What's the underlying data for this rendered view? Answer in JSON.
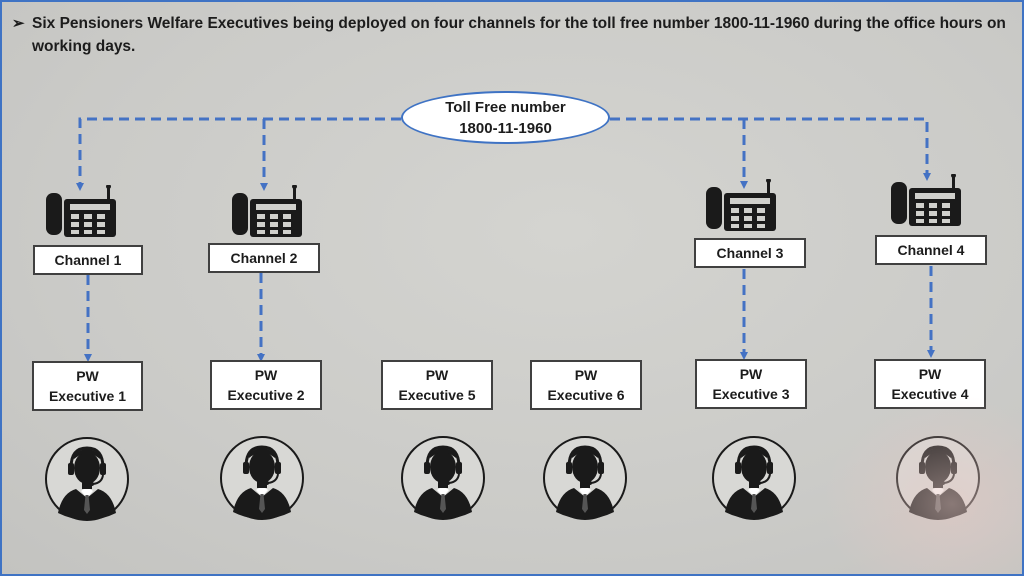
{
  "heading": {
    "bullet": "➢",
    "text": "Six Pensioners Welfare Executives being deployed on four channels for the toll free number 1800-11-1960 during the office hours on working days."
  },
  "toll_free": {
    "line1": "Toll Free number",
    "line2": "1800-11-1960"
  },
  "channels": [
    {
      "label": "Channel 1"
    },
    {
      "label": "Channel 2"
    },
    {
      "label": "Channel 3"
    },
    {
      "label": "Channel 4"
    }
  ],
  "executives": [
    {
      "line1": "PW",
      "line2": "Executive 1"
    },
    {
      "line1": "PW",
      "line2": "Executive 2"
    },
    {
      "line1": "PW",
      "line2": "Executive 5"
    },
    {
      "line1": "PW",
      "line2": "Executive 6"
    },
    {
      "line1": "PW",
      "line2": "Executive 3"
    },
    {
      "line1": "PW",
      "line2": "Executive 4"
    }
  ],
  "icons": {
    "phone": "desk-phone-icon",
    "agent": "headset-agent-icon"
  },
  "colors": {
    "connector": "#4472c4",
    "frame": "#3f73c4",
    "box_border": "#404040",
    "icon": "#1a1a1a"
  }
}
